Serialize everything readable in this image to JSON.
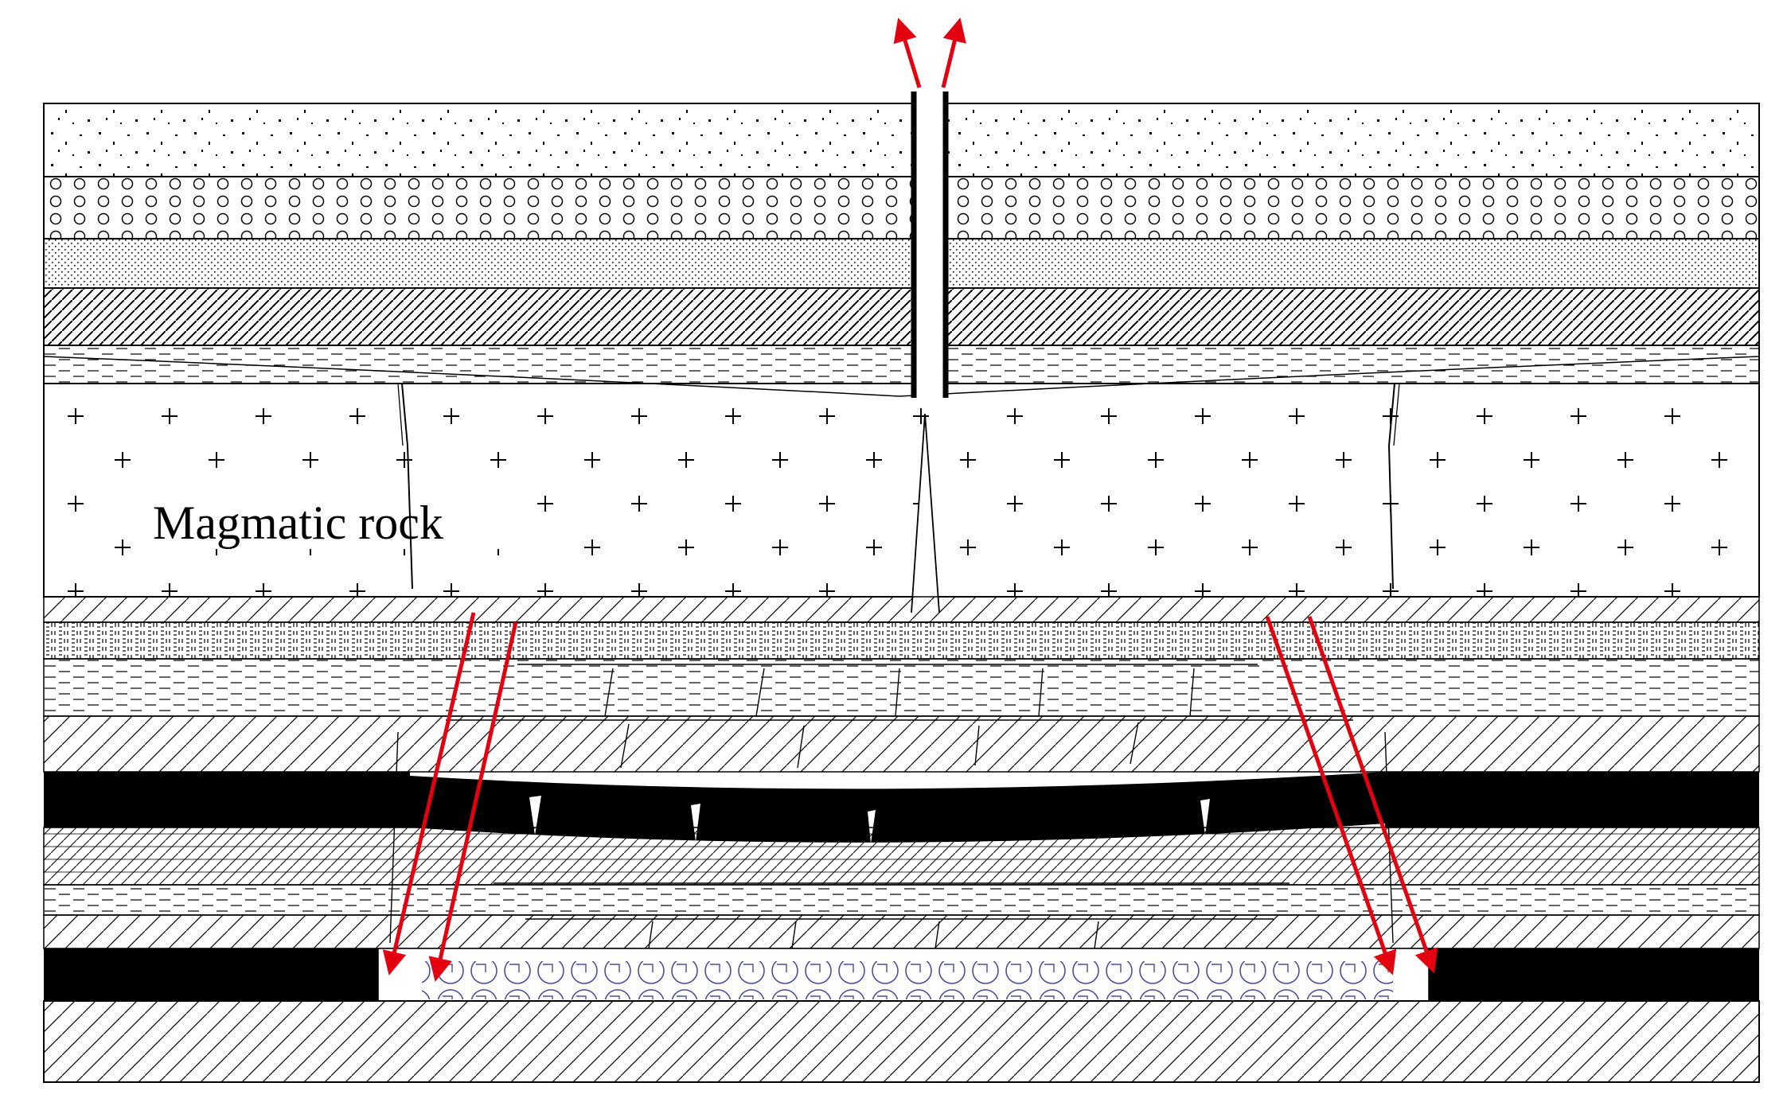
{
  "labels": {
    "magmatic_rock": "Magmatic rock"
  },
  "colors": {
    "arrow": "#e3000f",
    "coal_seam": "#000000",
    "gob_rubble": "#4b4b9e",
    "line": "#000000",
    "background": "#ffffff"
  },
  "strata_top_to_bottom": [
    "sand-dots",
    "conglomerate-circles",
    "fine-sand-stipple",
    "mudstone-dense-hatch",
    "shale-dashes",
    "magmatic-rock-crosses",
    "siltstone-hatch",
    "fine-sandstone",
    "sandy-mudstone-dashes",
    "mudstone-hatch",
    "coal-seam-upper",
    "sandy-shale-cross-hatch",
    "mudstone-dashes",
    "siltstone-hatch",
    "coal-seam-lower",
    "floor-hatch"
  ],
  "icons": {
    "gas_flow": "red-arrow-icon",
    "borehole": "vertical-borehole"
  }
}
